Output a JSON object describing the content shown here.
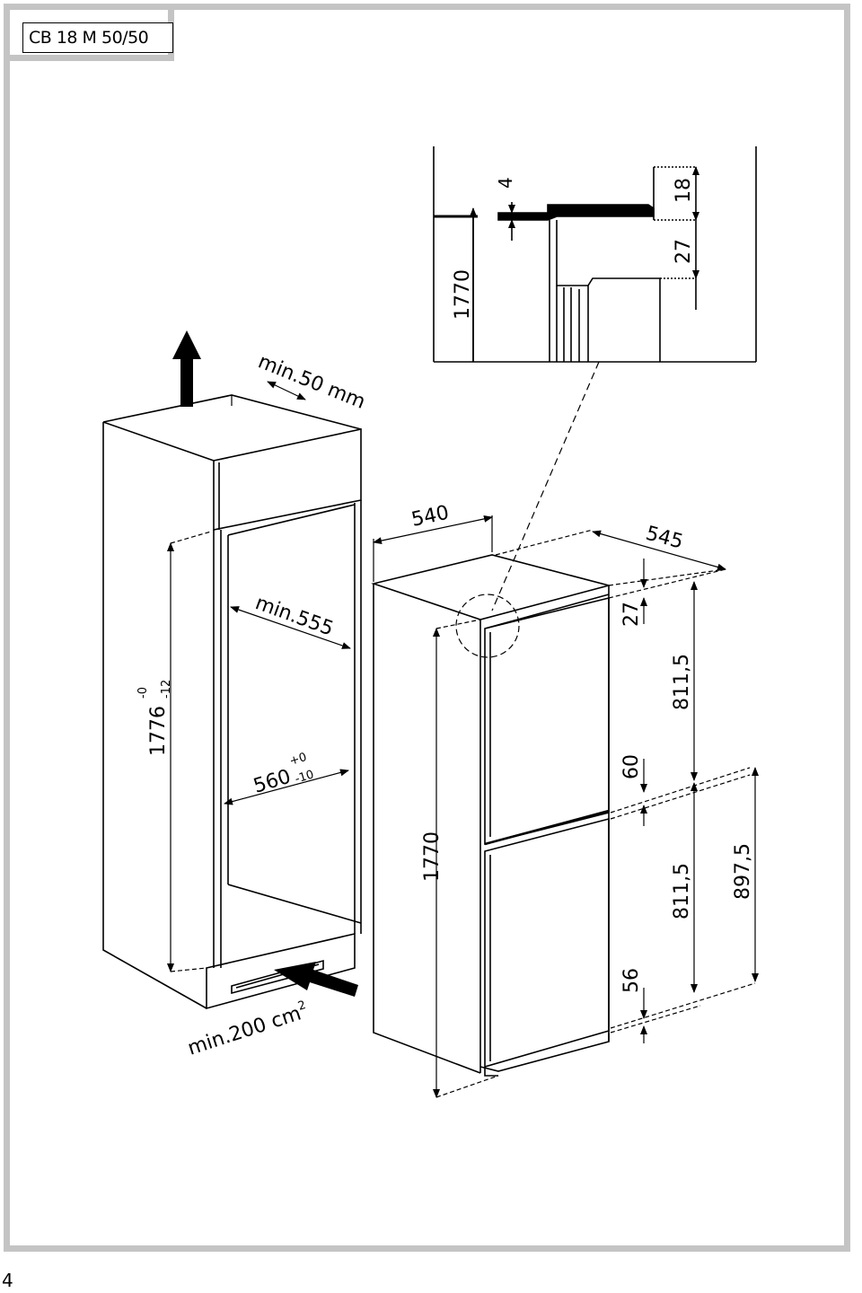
{
  "header": {
    "model": "CB 18 M 50/50"
  },
  "page_number": "4",
  "detail": {
    "height": "1770",
    "gap_top": "4",
    "upper_dim": "18",
    "lower_dim": "27"
  },
  "niche": {
    "clearance": "min.50 mm",
    "depth": "min.555",
    "width_value": "560",
    "width_tol_upper": "+0",
    "width_tol_lower": "-10",
    "height_value": "1776",
    "height_tol_upper": "-0",
    "height_tol_lower": "-12",
    "vent": "min.200 cm",
    "vent_exp": "2"
  },
  "appliance": {
    "width": "540",
    "depth": "545",
    "top_gap": "27",
    "upper_door": "811,5",
    "middle_gap": "60",
    "lower_door": "811,5",
    "bottom_gap": "56",
    "total_door": "897,5",
    "height": "1770"
  }
}
